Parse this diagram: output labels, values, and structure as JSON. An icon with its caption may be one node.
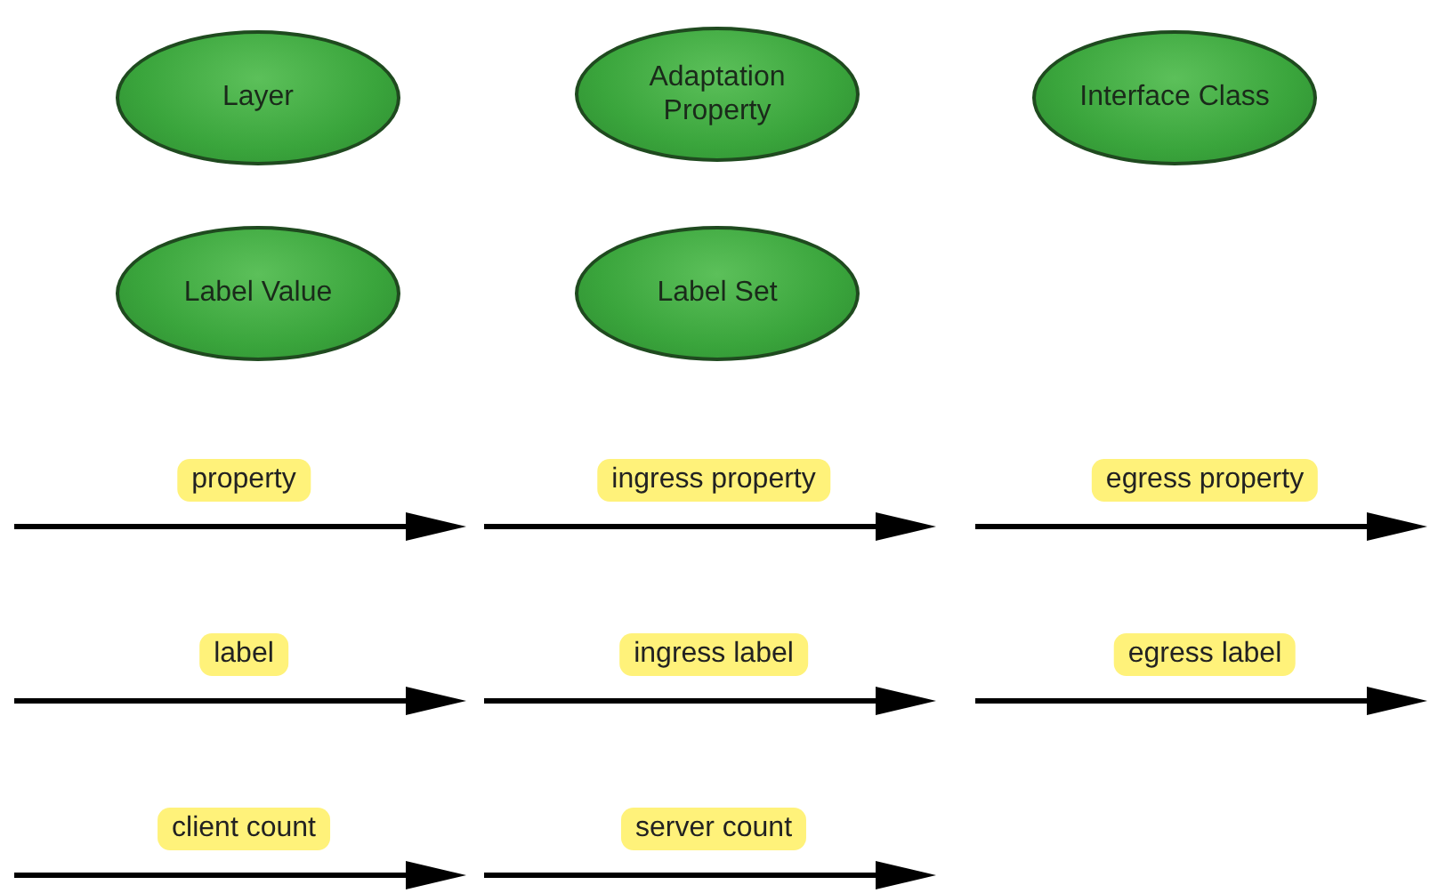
{
  "diagram": {
    "nodes": [
      {
        "text": [
          "Layer"
        ]
      },
      {
        "text": [
          "Adaptation Property"
        ]
      },
      {
        "text": [
          "Interface Class"
        ]
      },
      {
        "text": [
          "Label Value"
        ]
      },
      {
        "text": [
          "Label Set"
        ]
      }
    ],
    "legend": [
      {
        "text": "property"
      },
      {
        "text": "ingress property"
      },
      {
        "text": "egress property"
      },
      {
        "text": "label"
      },
      {
        "text": "ingress label"
      },
      {
        "text": "egress label"
      },
      {
        "text": "client count"
      },
      {
        "text": "server count"
      }
    ]
  }
}
